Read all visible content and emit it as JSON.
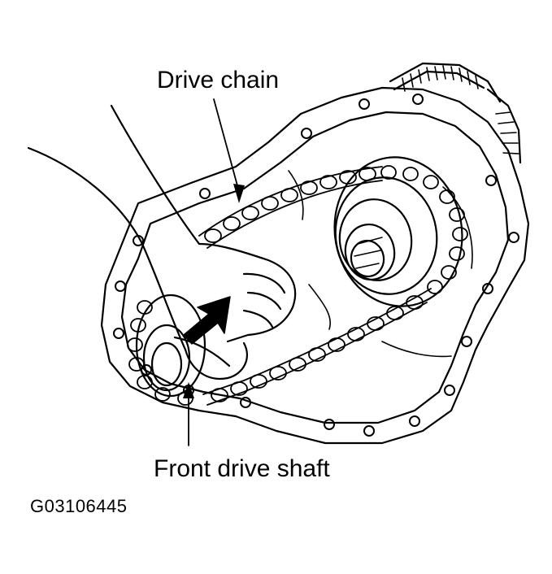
{
  "diagram": {
    "labels": {
      "drive_chain": "Drive chain",
      "front_drive_shaft": "Front drive shaft",
      "figure_code": "G03106445"
    },
    "colors": {
      "ink": "#000000",
      "paper": "#ffffff"
    }
  }
}
